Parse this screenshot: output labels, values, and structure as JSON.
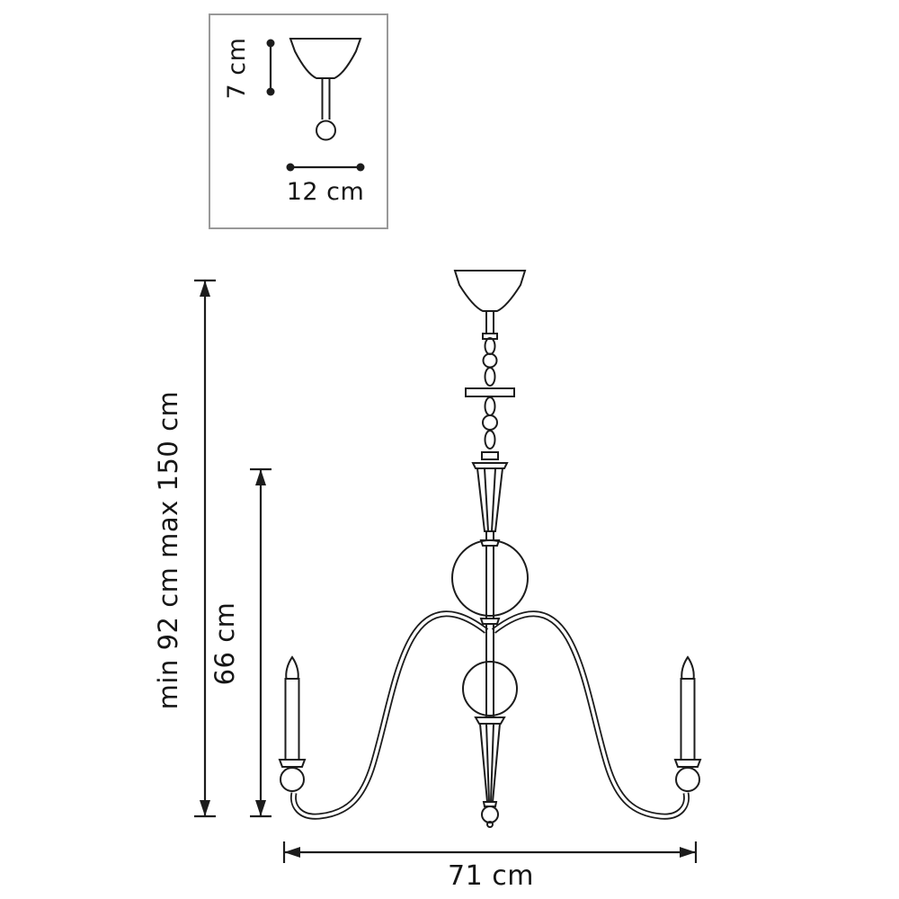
{
  "diagram": {
    "type": "technical-dimension-drawing",
    "subject": "chandelier",
    "inset": {
      "height_label": "7 cm",
      "width_label": "12 cm"
    },
    "dimensions": {
      "overall_height_label": "min 92 cm max 150 cm",
      "body_height_label": "66 cm",
      "width_label": "71 cm"
    },
    "colors": {
      "line": "#1c1c1c",
      "inset_border": "#999999",
      "background": "#ffffff"
    }
  }
}
